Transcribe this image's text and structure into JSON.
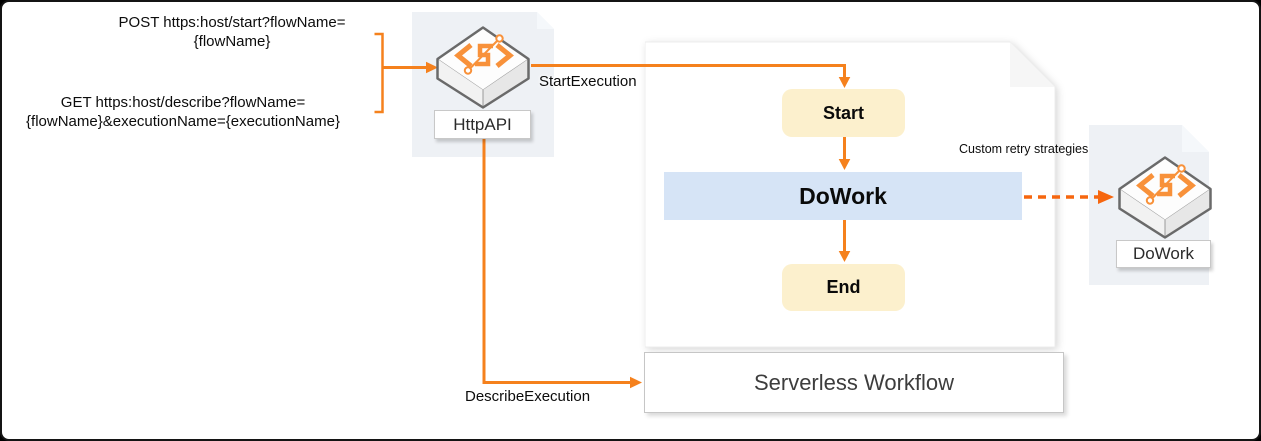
{
  "api_calls": {
    "post": {
      "line1": "POST https:host/start?flowName=",
      "line2": "{flowName}"
    },
    "get": {
      "line1": "GET https:host/describe?flowName=",
      "line2": "{flowName}&executionName={executionName}"
    }
  },
  "http_api": {
    "label": "HttpAPI",
    "icon": "serverless-workflow-hexagon-icon"
  },
  "edge_labels": {
    "start_execution": "StartExecution",
    "describe_execution": "DescribeExecution",
    "custom_retry": "Custom retry strategies"
  },
  "workflow": {
    "title": "Serverless Workflow",
    "nodes": {
      "start": "Start",
      "dowork": "DoWork",
      "end": "End"
    }
  },
  "retry_target": {
    "label": "DoWork",
    "icon": "serverless-workflow-hexagon-icon"
  },
  "colors": {
    "arrow_orange": "#f5811d",
    "dashed_orange": "#f6660e",
    "node_yellow": "#fcf0cd",
    "node_blue": "#d6e4f6",
    "container_gray": "#eef1f5",
    "icon_glyph_orange": "#f8913a"
  }
}
